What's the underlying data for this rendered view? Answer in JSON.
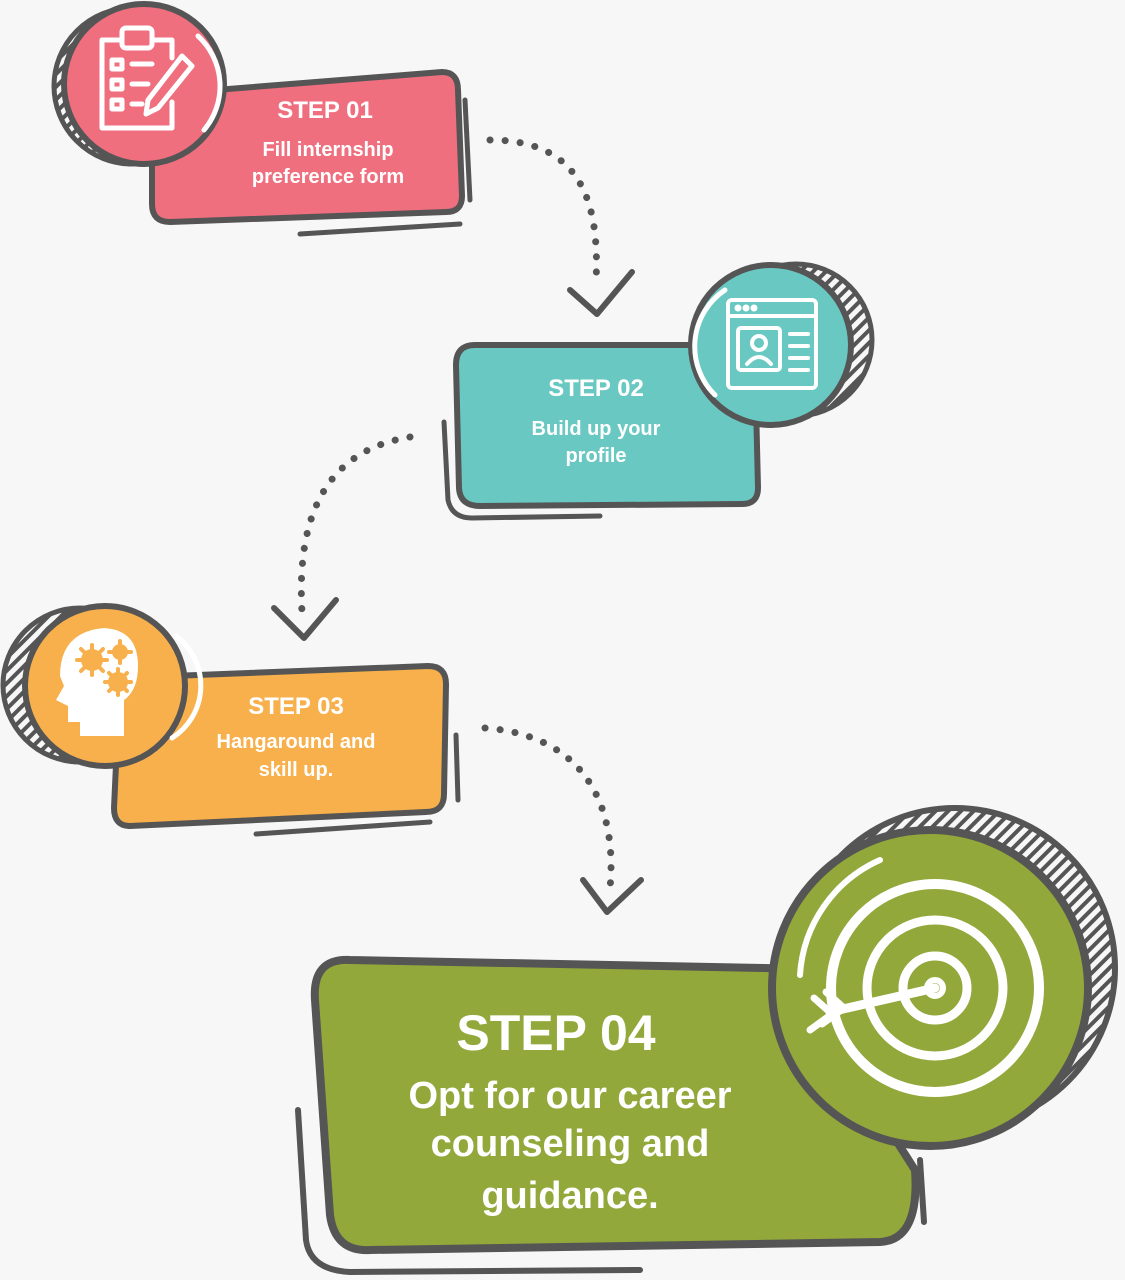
{
  "colors": {
    "background": "#f7f7f7",
    "outline": "#555555",
    "step1": "#ef6f7f",
    "step2": "#6ac8c2",
    "step3": "#f7b04c",
    "step4": "#92a83a",
    "text": "#ffffff"
  },
  "steps": [
    {
      "title": "STEP 01",
      "lines": [
        "Fill internship",
        "preference form"
      ],
      "icon": "clipboard-checklist-icon"
    },
    {
      "title": "STEP 02",
      "lines": [
        "Build up your",
        "profile"
      ],
      "icon": "profile-page-icon"
    },
    {
      "title": "STEP 03",
      "lines": [
        "Hangaround and",
        "skill up."
      ],
      "icon": "head-gears-icon"
    },
    {
      "title": "STEP 04",
      "lines": [
        "Opt for our career",
        "counseling and",
        "guidance."
      ],
      "icon": "target-arrow-icon"
    }
  ]
}
